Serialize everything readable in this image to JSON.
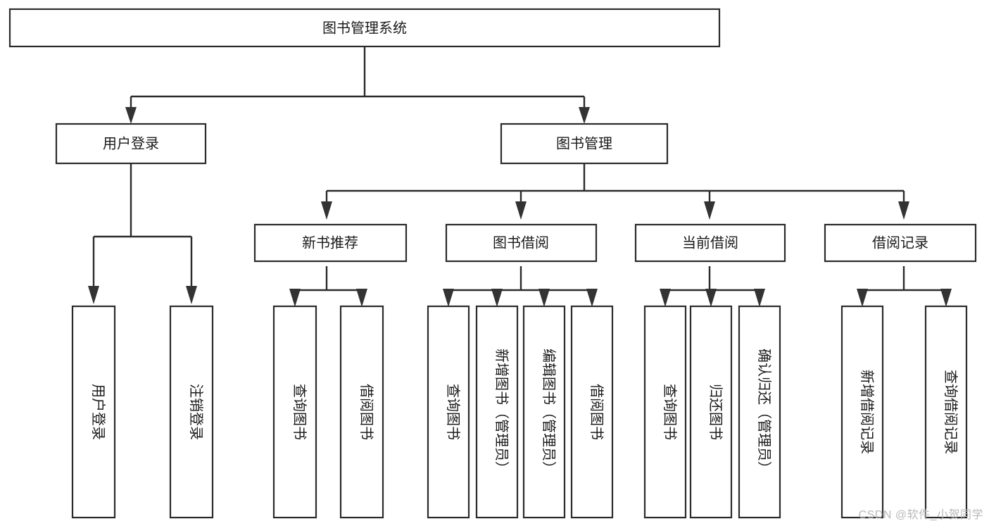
{
  "diagram": {
    "type": "tree-hierarchy",
    "title": "图书管理系统",
    "orientation": "top-down",
    "colors": {
      "box_fill": "#ffffff",
      "box_stroke": "#2b2b2b",
      "text": "#1a1a1a",
      "arrow": "#333333",
      "watermark": "#b9b9b9",
      "background": "#ffffff"
    },
    "levels": {
      "root": {
        "label": "图书管理系统"
      },
      "level2": [
        {
          "label": "用户登录"
        },
        {
          "label": "图书管理"
        }
      ],
      "level3": [
        {
          "label": "新书推荐"
        },
        {
          "label": "图书借阅"
        },
        {
          "label": "当前借阅"
        },
        {
          "label": "借阅记录"
        }
      ],
      "leaves": {
        "user_login": [
          {
            "label": "用户登录"
          },
          {
            "label": "注销登录"
          }
        ],
        "new_book_recommend": [
          {
            "label": "查询图书"
          },
          {
            "label": "借阅图书"
          }
        ],
        "book_borrow": [
          {
            "label": "查询图书"
          },
          {
            "label": "新增图书（管理员）"
          },
          {
            "label": "编辑图书（管理员）"
          },
          {
            "label": "借阅图书"
          }
        ],
        "current_borrow": [
          {
            "label": "查询图书"
          },
          {
            "label": "归还图书"
          },
          {
            "label": "确认归还（管理员）"
          }
        ],
        "borrow_records": [
          {
            "label": "新增借阅记录"
          },
          {
            "label": "查询借阅记录"
          }
        ]
      }
    },
    "edges": [
      {
        "from": "图书管理系统",
        "to": "用户登录"
      },
      {
        "from": "图书管理系统",
        "to": "图书管理"
      },
      {
        "from": "图书管理",
        "to": "新书推荐"
      },
      {
        "from": "图书管理",
        "to": "图书借阅"
      },
      {
        "from": "图书管理",
        "to": "当前借阅"
      },
      {
        "from": "图书管理",
        "to": "借阅记录"
      },
      {
        "from": "用户登录",
        "to": "用户登录"
      },
      {
        "from": "用户登录",
        "to": "注销登录"
      },
      {
        "from": "新书推荐",
        "to": "查询图书"
      },
      {
        "from": "新书推荐",
        "to": "借阅图书"
      },
      {
        "from": "图书借阅",
        "to": "查询图书"
      },
      {
        "from": "图书借阅",
        "to": "新增图书（管理员）"
      },
      {
        "from": "图书借阅",
        "to": "编辑图书（管理员）"
      },
      {
        "from": "图书借阅",
        "to": "借阅图书"
      },
      {
        "from": "当前借阅",
        "to": "查询图书"
      },
      {
        "from": "当前借阅",
        "to": "归还图书"
      },
      {
        "from": "当前借阅",
        "to": "确认归还（管理员）"
      },
      {
        "from": "借阅记录",
        "to": "新增借阅记录"
      },
      {
        "from": "借阅记录",
        "to": "查询借阅记录"
      }
    ]
  },
  "watermark": {
    "text": "CSDN @软件_小贺同学"
  }
}
